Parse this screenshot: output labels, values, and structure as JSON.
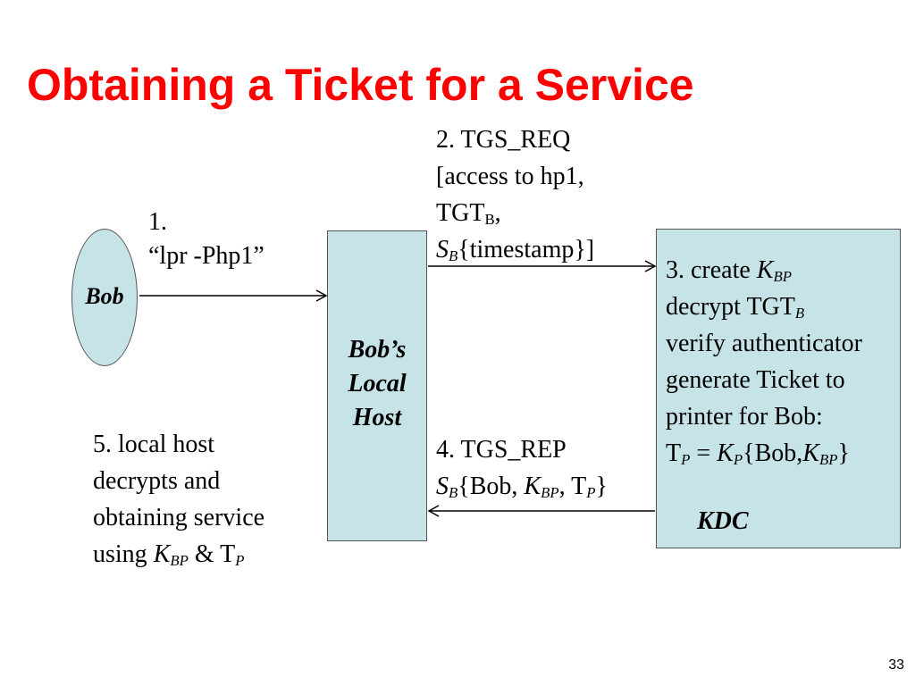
{
  "slide": {
    "title": "Obtaining a Ticket for a Service",
    "page_number": "33"
  },
  "bob": {
    "label": "Bob"
  },
  "local_host": {
    "line1": "Bob’s",
    "line2": "Local",
    "line3": "Host"
  },
  "kdc": {
    "label": "KDC",
    "step3": {
      "line1_text": "3. create ",
      "line1_key": "K",
      "line1_key_sub": "BP",
      "line2_text": "decrypt TGT",
      "line2_sub": "B",
      "line3": "verify authenticator",
      "line4": "generate Ticket to",
      "line5": "printer for Bob:",
      "line6_t": "T",
      "line6_t_sub": "P",
      "line6_eq": " = ",
      "line6_k": "K",
      "line6_k_sub": "P",
      "line6_brace_open": "{Bob,",
      "line6_kbp": "K",
      "line6_kbp_sub": "BP",
      "line6_brace_close": "}"
    }
  },
  "step1": {
    "line1": "1.",
    "line2": "“lpr -Php1”"
  },
  "step2": {
    "line1": "2. TGS_REQ",
    "line2": "[access to hp1,",
    "line3_text": "TGT",
    "line3_sub": "B",
    "line3_end": ",",
    "line4_s": "S",
    "line4_s_sub": "B",
    "line4_text": "{timestamp}]"
  },
  "step4": {
    "line1": "4. TGS_REP",
    "line2_s": "S",
    "line2_s_sub": "B",
    "line2_open": "{Bob, ",
    "line2_k": "K",
    "line2_k_sub": "BP",
    "line2_mid": ", T",
    "line2_t_sub": "P",
    "line2_close": "}"
  },
  "step5": {
    "line1": "5. local host",
    "line2": "decrypts and",
    "line3": "obtaining service",
    "line4_text": "using ",
    "line4_k": "K",
    "line4_k_sub": "BP",
    "line4_amp": " & T",
    "line4_t_sub": "P"
  }
}
